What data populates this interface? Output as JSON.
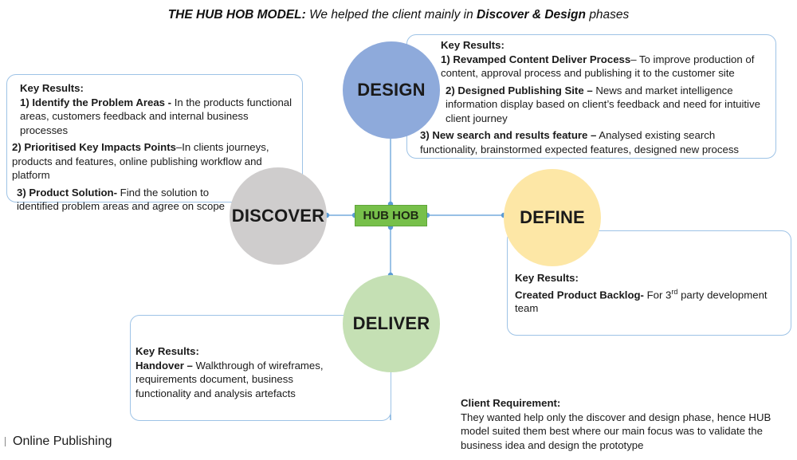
{
  "title": {
    "bold": "THE HUB HOB MODEL:",
    "mid": "We helped the client mainly in",
    "bold2": "Discover & Design",
    "end": "phases"
  },
  "center": {
    "label": "HUB HOB"
  },
  "phases": {
    "design": {
      "label": "DESIGN",
      "color": "#8eaadb"
    },
    "discover": {
      "label": "DISCOVER",
      "color": "#cfcdcd"
    },
    "define": {
      "label": "DEFINE",
      "color": "#fde7a6"
    },
    "deliver": {
      "label": "DELIVER",
      "color": "#c5e0b4"
    }
  },
  "design_box": {
    "heading": "Key Results:",
    "r1_lead": "1) Revamped Content Deliver Process",
    "r1_text": "– To improve production of content, approval process and publishing it to the customer site",
    "r2_lead": "2) Designed Publishing Site –",
    "r2_text": " News and market intelligence information display based on client’s feedback and need for intuitive client journey",
    "r3_lead": "3) New search and results feature –",
    "r3_text": " Analysed existing search functionality, brainstormed expected features, designed new process"
  },
  "discover_box": {
    "heading": "Key Results:",
    "r1_lead": "1) Identify the Problem Areas -",
    "r1_text": " In the products functional areas, customers feedback and internal business processes",
    "r2_lead": "2) Prioritised Key Impacts Points",
    "r2_text": "–In clients journeys, products and features, online publishing workflow and platform",
    "r3_lead": "3) Product Solution-",
    "r3_text": " Find the solution to identified problem areas and agree on scope"
  },
  "define_box": {
    "heading": "Key Results:",
    "r1_lead": "Created Product Backlog-",
    "r1_text_a": " For 3",
    "r1_sup": "rd",
    "r1_text_b": " party  development team"
  },
  "deliver_box": {
    "heading": "Key Results:",
    "r1_lead": "Handover –",
    "r1_text": " Walkthrough of wireframes, requirements document, business functionality and analysis artefacts"
  },
  "client_requirement": {
    "heading": "Client Requirement:",
    "text": "They wanted help only the discover and design phase, hence HUB model suited them best where our main focus was to validate the business idea and design the prototype"
  },
  "footer": {
    "label": "Online Publishing"
  },
  "colors": {
    "box_border": "#9ec3e6",
    "connector": "#5b9bd5",
    "hub": "#77c04a"
  }
}
